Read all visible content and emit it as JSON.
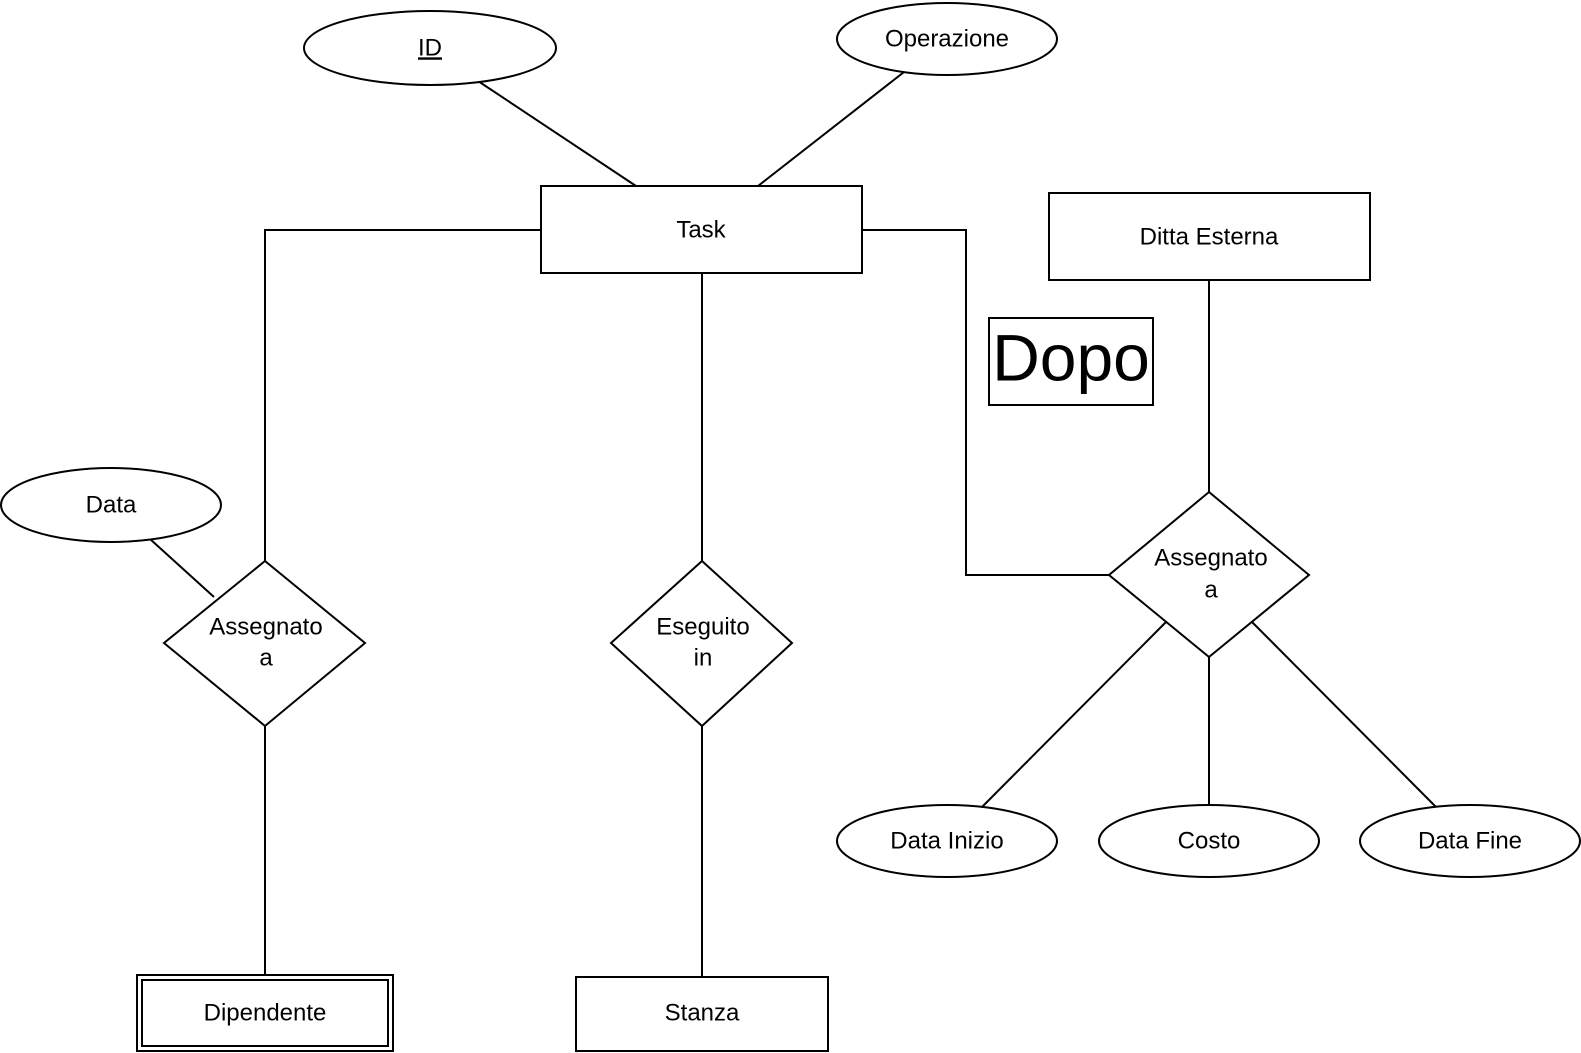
{
  "colors": {
    "stroke": "#000000",
    "background": "#ffffff",
    "accent": "#ff2200"
  },
  "entities": {
    "task": "Task",
    "ditta_esterna": "Ditta Esterna",
    "dipendente": "Dipendente",
    "stanza": "Stanza"
  },
  "attributes": {
    "id": "ID",
    "operazione": "Operazione",
    "data": "Data",
    "data_inizio": "Data Inizio",
    "costo": "Costo",
    "data_fine": "Data Fine"
  },
  "relationships": {
    "assegnato_dip": {
      "line1": "Assegnato",
      "line2": "a"
    },
    "eseguito_in": {
      "line1": "Eseguito",
      "line2": "in"
    },
    "assegnato_ditta": {
      "line1": "Assegnato",
      "line2": "a"
    }
  },
  "annotation": {
    "text": "Dopo"
  }
}
